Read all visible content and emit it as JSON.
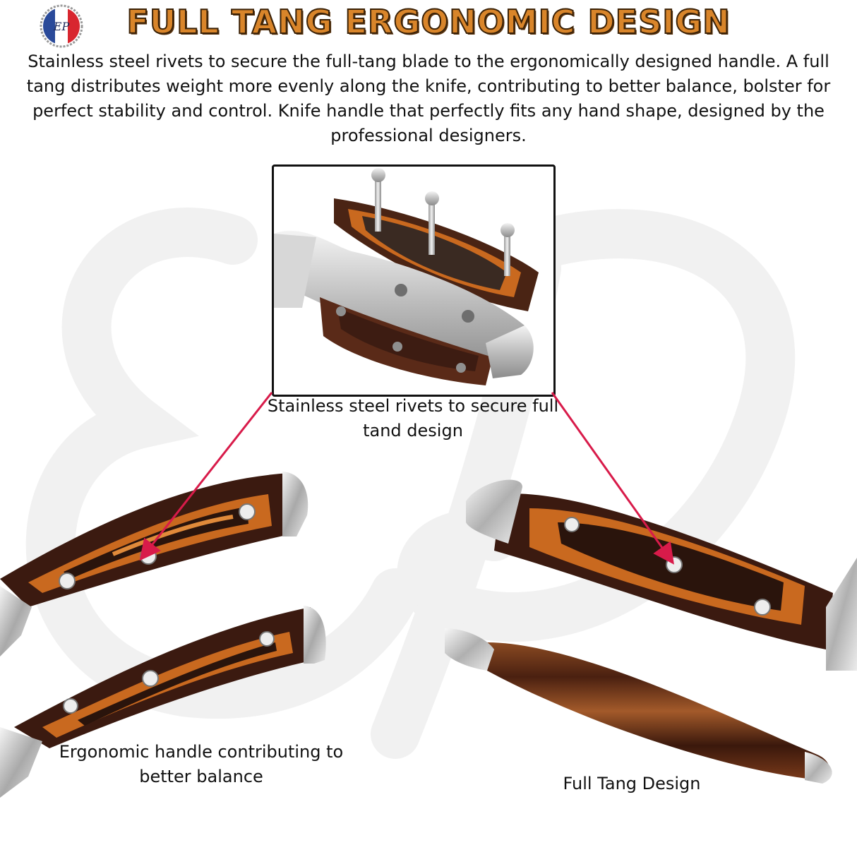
{
  "logo": {
    "text": "EP",
    "icon": "french-flag-badge-icon"
  },
  "title": "FULL TANG ERGONOMIC DESIGN",
  "description": "Stainless steel rivets to secure the full-tang blade to the ergonomically designed handle. A full tang distributes weight more evenly along the knife, contributing to better balance, bolster for perfect stability and control. Knife handle that perfectly fits any hand shape, designed by the professional designers.",
  "captions": {
    "rivets": "Stainless steel rivets to secure full tand design",
    "ergonomic": "Ergonomic handle contributing to better balance",
    "full_tang": "Full Tang Design"
  },
  "colors": {
    "title_fill": "#d9852a",
    "title_outline": "#3a2208",
    "arrow": "#d81b4a",
    "wood_dark": "#3b1a10",
    "wood_orange": "#c9691f"
  }
}
